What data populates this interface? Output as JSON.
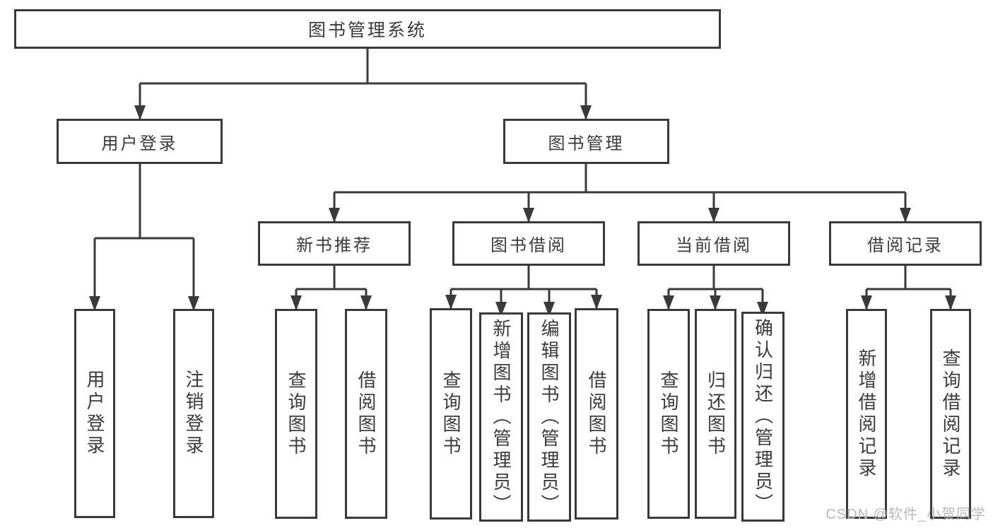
{
  "diagram": {
    "title": "图书管理系统",
    "branches": {
      "user_login": {
        "label": "用户登录",
        "children": [
          "用户登录",
          "注销登录"
        ]
      },
      "book_management": {
        "label": "图书管理",
        "sections": [
          {
            "label": "新书推荐",
            "children": [
              "查询图书",
              "借阅图书"
            ]
          },
          {
            "label": "图书借阅",
            "children": [
              "查询图书",
              "新增图书（管理员）",
              "编辑图书（管理员）",
              "借阅图书"
            ]
          },
          {
            "label": "当前借阅",
            "children": [
              "查询图书",
              "归还图书",
              "确认归还（管理员）"
            ]
          },
          {
            "label": "借阅记录",
            "children": [
              "新增借阅记录",
              "查询借阅记录"
            ]
          }
        ]
      }
    }
  },
  "watermark": "CSDN @软件_小贺同学",
  "colors": {
    "line": "#3a3a3a",
    "text": "#3b3b3b",
    "box_background": "#ffffff",
    "page_background": "#ffffff",
    "watermark": "#b9b9b9"
  }
}
